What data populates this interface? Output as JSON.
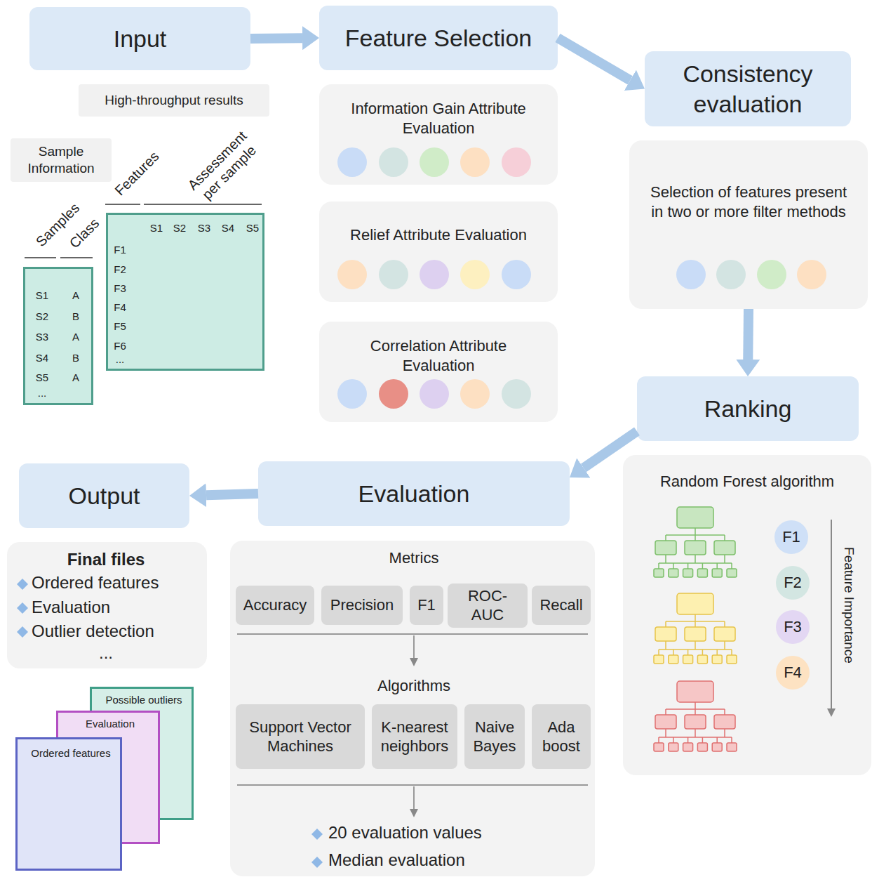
{
  "diagram": {
    "nodes": [
      {
        "text": [
          "Input"
        ]
      },
      {
        "text": [
          "High-throughput results"
        ]
      },
      {
        "text": [
          "Sample Information"
        ]
      },
      {
        "text": [
          "S1",
          "A",
          "S2",
          "B",
          "S3",
          "A",
          "S4",
          "B",
          "S5",
          "A",
          "..."
        ]
      },
      {
        "text": [
          "S1",
          "S2",
          "S3",
          "S4",
          "S5",
          "F1",
          "F2",
          "F3",
          "F4",
          "F5",
          "F6",
          "..."
        ]
      },
      {
        "text": [
          "Feature Selection"
        ]
      },
      {
        "text": [
          "Information Gain Attribute Evaluation"
        ]
      },
      {
        "text": [
          "Relief Attribute Evaluation"
        ]
      },
      {
        "text": [
          "Correlation Attribute Evaluation"
        ]
      },
      {
        "text": [
          "Consistency evaluation"
        ]
      },
      {
        "text": [
          "Selection of features present in two or more filter methods"
        ]
      },
      {
        "text": [
          "Ranking"
        ]
      },
      {
        "text": [
          "Random Forest algorithm"
        ]
      },
      {
        "text": [
          "F1"
        ],
        "in": 12
      },
      {
        "text": [
          "F2"
        ],
        "in": 12
      },
      {
        "text": [
          "F3"
        ],
        "in": 12
      },
      {
        "text": [
          "F4"
        ],
        "in": 12
      },
      {
        "text": [
          "Evaluation"
        ]
      },
      {
        "text": [
          "Metrics",
          "Algorithms",
          "20 evaluation values",
          "Median evaluation"
        ]
      },
      {
        "text": [
          "Accuracy"
        ],
        "in": 18
      },
      {
        "text": [
          "Precision"
        ],
        "in": 18
      },
      {
        "text": [
          "F1"
        ],
        "in": 18
      },
      {
        "text": [
          "ROC-AUC"
        ],
        "in": 18
      },
      {
        "text": [
          "Recall"
        ],
        "in": 18
      },
      {
        "text": [
          "Support Vector Machines"
        ],
        "in": 18
      },
      {
        "text": [
          "K-nearest neighbors"
        ],
        "in": 18
      },
      {
        "text": [
          "Naive Bayes"
        ],
        "in": 18
      },
      {
        "text": [
          "Ada boost"
        ],
        "in": 18
      },
      {
        "text": [
          "Output"
        ]
      },
      {
        "text": [
          "Final files",
          "Ordered features",
          "Evaluation",
          "Outlier detection",
          "..."
        ]
      },
      {
        "text": [
          "Possible outliers"
        ]
      },
      {
        "text": [
          "Evaluation"
        ]
      },
      {
        "text": [
          "Ordered features"
        ]
      }
    ],
    "edges": [
      {
        "from": 0,
        "to": 5,
        "arrow": "to"
      },
      {
        "from": 5,
        "to": 9,
        "arrow": "to"
      },
      {
        "from": 10,
        "to": 11,
        "arrow": "to"
      },
      {
        "from": 11,
        "to": 17,
        "arrow": "to"
      },
      {
        "from": 17,
        "to": 28,
        "arrow": "to"
      }
    ],
    "labels": [
      "Samples",
      "Class",
      "Features",
      "Assessment per sample",
      "Feature Importance"
    ]
  }
}
